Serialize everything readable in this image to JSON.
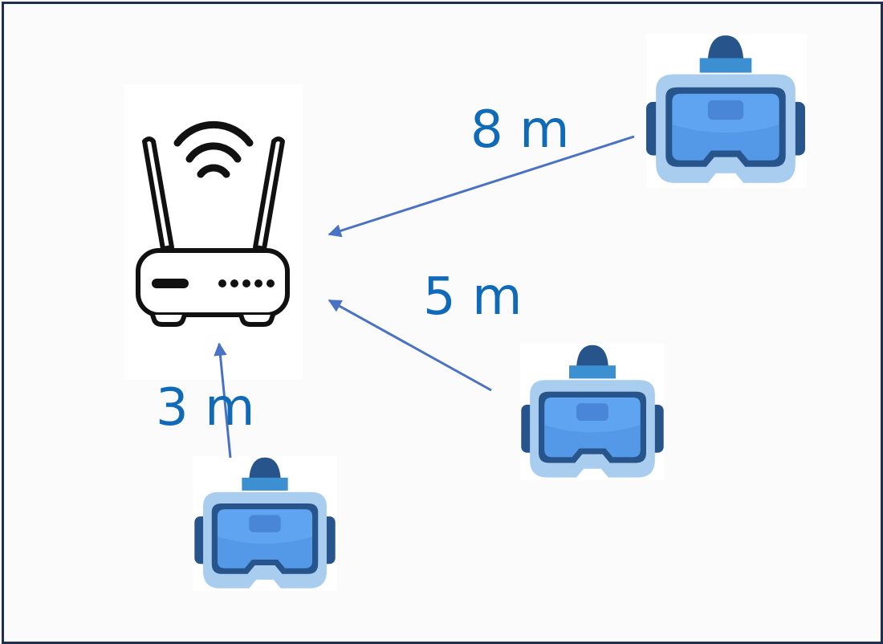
{
  "colors": {
    "frame": "#1f2f4d",
    "label": "#0f6bb8",
    "arrow": "#4a72c4",
    "router_line": "#111111",
    "headset_dark": "#27548a",
    "headset_mid": "#3c8fd0",
    "headset_lens": "#5ea4f0",
    "headset_rim": "#a9cdee"
  },
  "router": {
    "icon": "wifi-router-icon"
  },
  "headsets": [
    {
      "id": "top-right",
      "icon": "vr-headset-icon",
      "distance_label": "8 m"
    },
    {
      "id": "middle-right",
      "icon": "vr-headset-icon",
      "distance_label": "5 m"
    },
    {
      "id": "bottom-left",
      "icon": "vr-headset-icon",
      "distance_label": "3 m"
    }
  ]
}
